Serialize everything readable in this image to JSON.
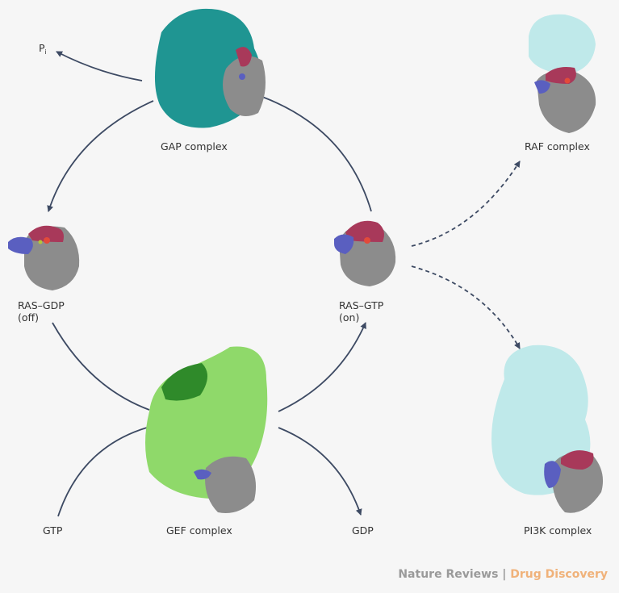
{
  "labels": {
    "pi": "P",
    "pi_sub": "i",
    "gap": "GAP complex",
    "ras_gdp": "RAS–GDP",
    "ras_gdp_state": "(off)",
    "ras_gtp": "RAS–GTP",
    "ras_gtp_state": "(on)",
    "gef": "GEF complex",
    "gtp": "GTP",
    "gdp": "GDP",
    "raf": "RAF complex",
    "pi3k": "PI3K complex"
  },
  "logo": {
    "journal": "Nature Reviews",
    "separator": "|",
    "title": "Drug Discovery"
  },
  "colors": {
    "arrow": "#3d4a63",
    "ras_gray": "#8c8c8c",
    "switch_red": "#a8395a",
    "switch_blue": "#5a5fc0",
    "gap_teal": "#1f9592",
    "gef_light": "#8fd96a",
    "gef_dark": "#2f8a2a",
    "effector_cyan": "#bfe9ea",
    "logo_gray": "#9a9a9a",
    "logo_orange": "#f0b27a"
  }
}
